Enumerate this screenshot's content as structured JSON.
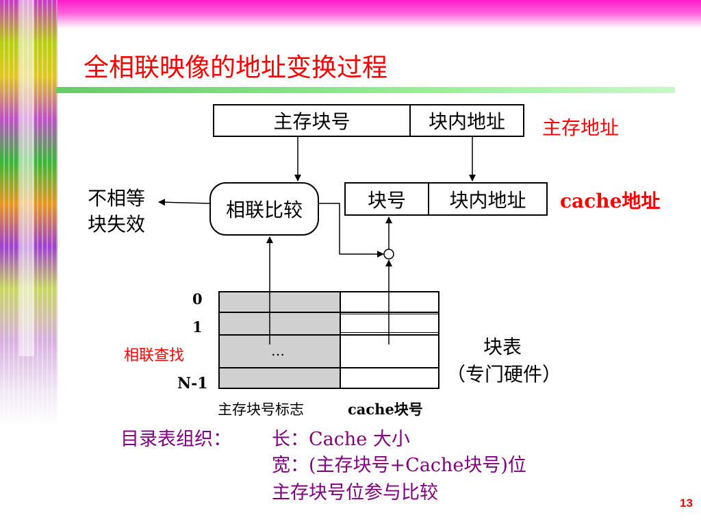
{
  "slide": {
    "title": "全相联映像的地址变换过程",
    "page_number": "13"
  },
  "main_address": {
    "field_block_number": "主存块号",
    "field_offset": "块内地址",
    "label": "主存地址"
  },
  "cache_address": {
    "field_block_number": "块号",
    "field_offset": "块内地址",
    "label": "cache地址"
  },
  "comparator": {
    "label": "相联比较",
    "miss_label_line1": "不相等",
    "miss_label_line2": "块失效"
  },
  "block_table": {
    "row_labels": [
      "0",
      "1",
      "N-1"
    ],
    "ellipsis": "…",
    "search_label": "相联查找",
    "col_main_tag": "主存块号标志",
    "col_cache_block": "cache块号",
    "name_line1": "块表",
    "name_line2": "（专门硬件）"
  },
  "notes": {
    "heading": "目录表组织：",
    "line1": "长：Cache 大小",
    "line2": "宽：(主存块号+Cache块号)位",
    "line3": "主存块号位参与比较"
  },
  "colors": {
    "title": "#ff0000",
    "labels_red": "#ff0000",
    "notes_purple": "#800080",
    "table_gray": "#d0d0d0"
  }
}
